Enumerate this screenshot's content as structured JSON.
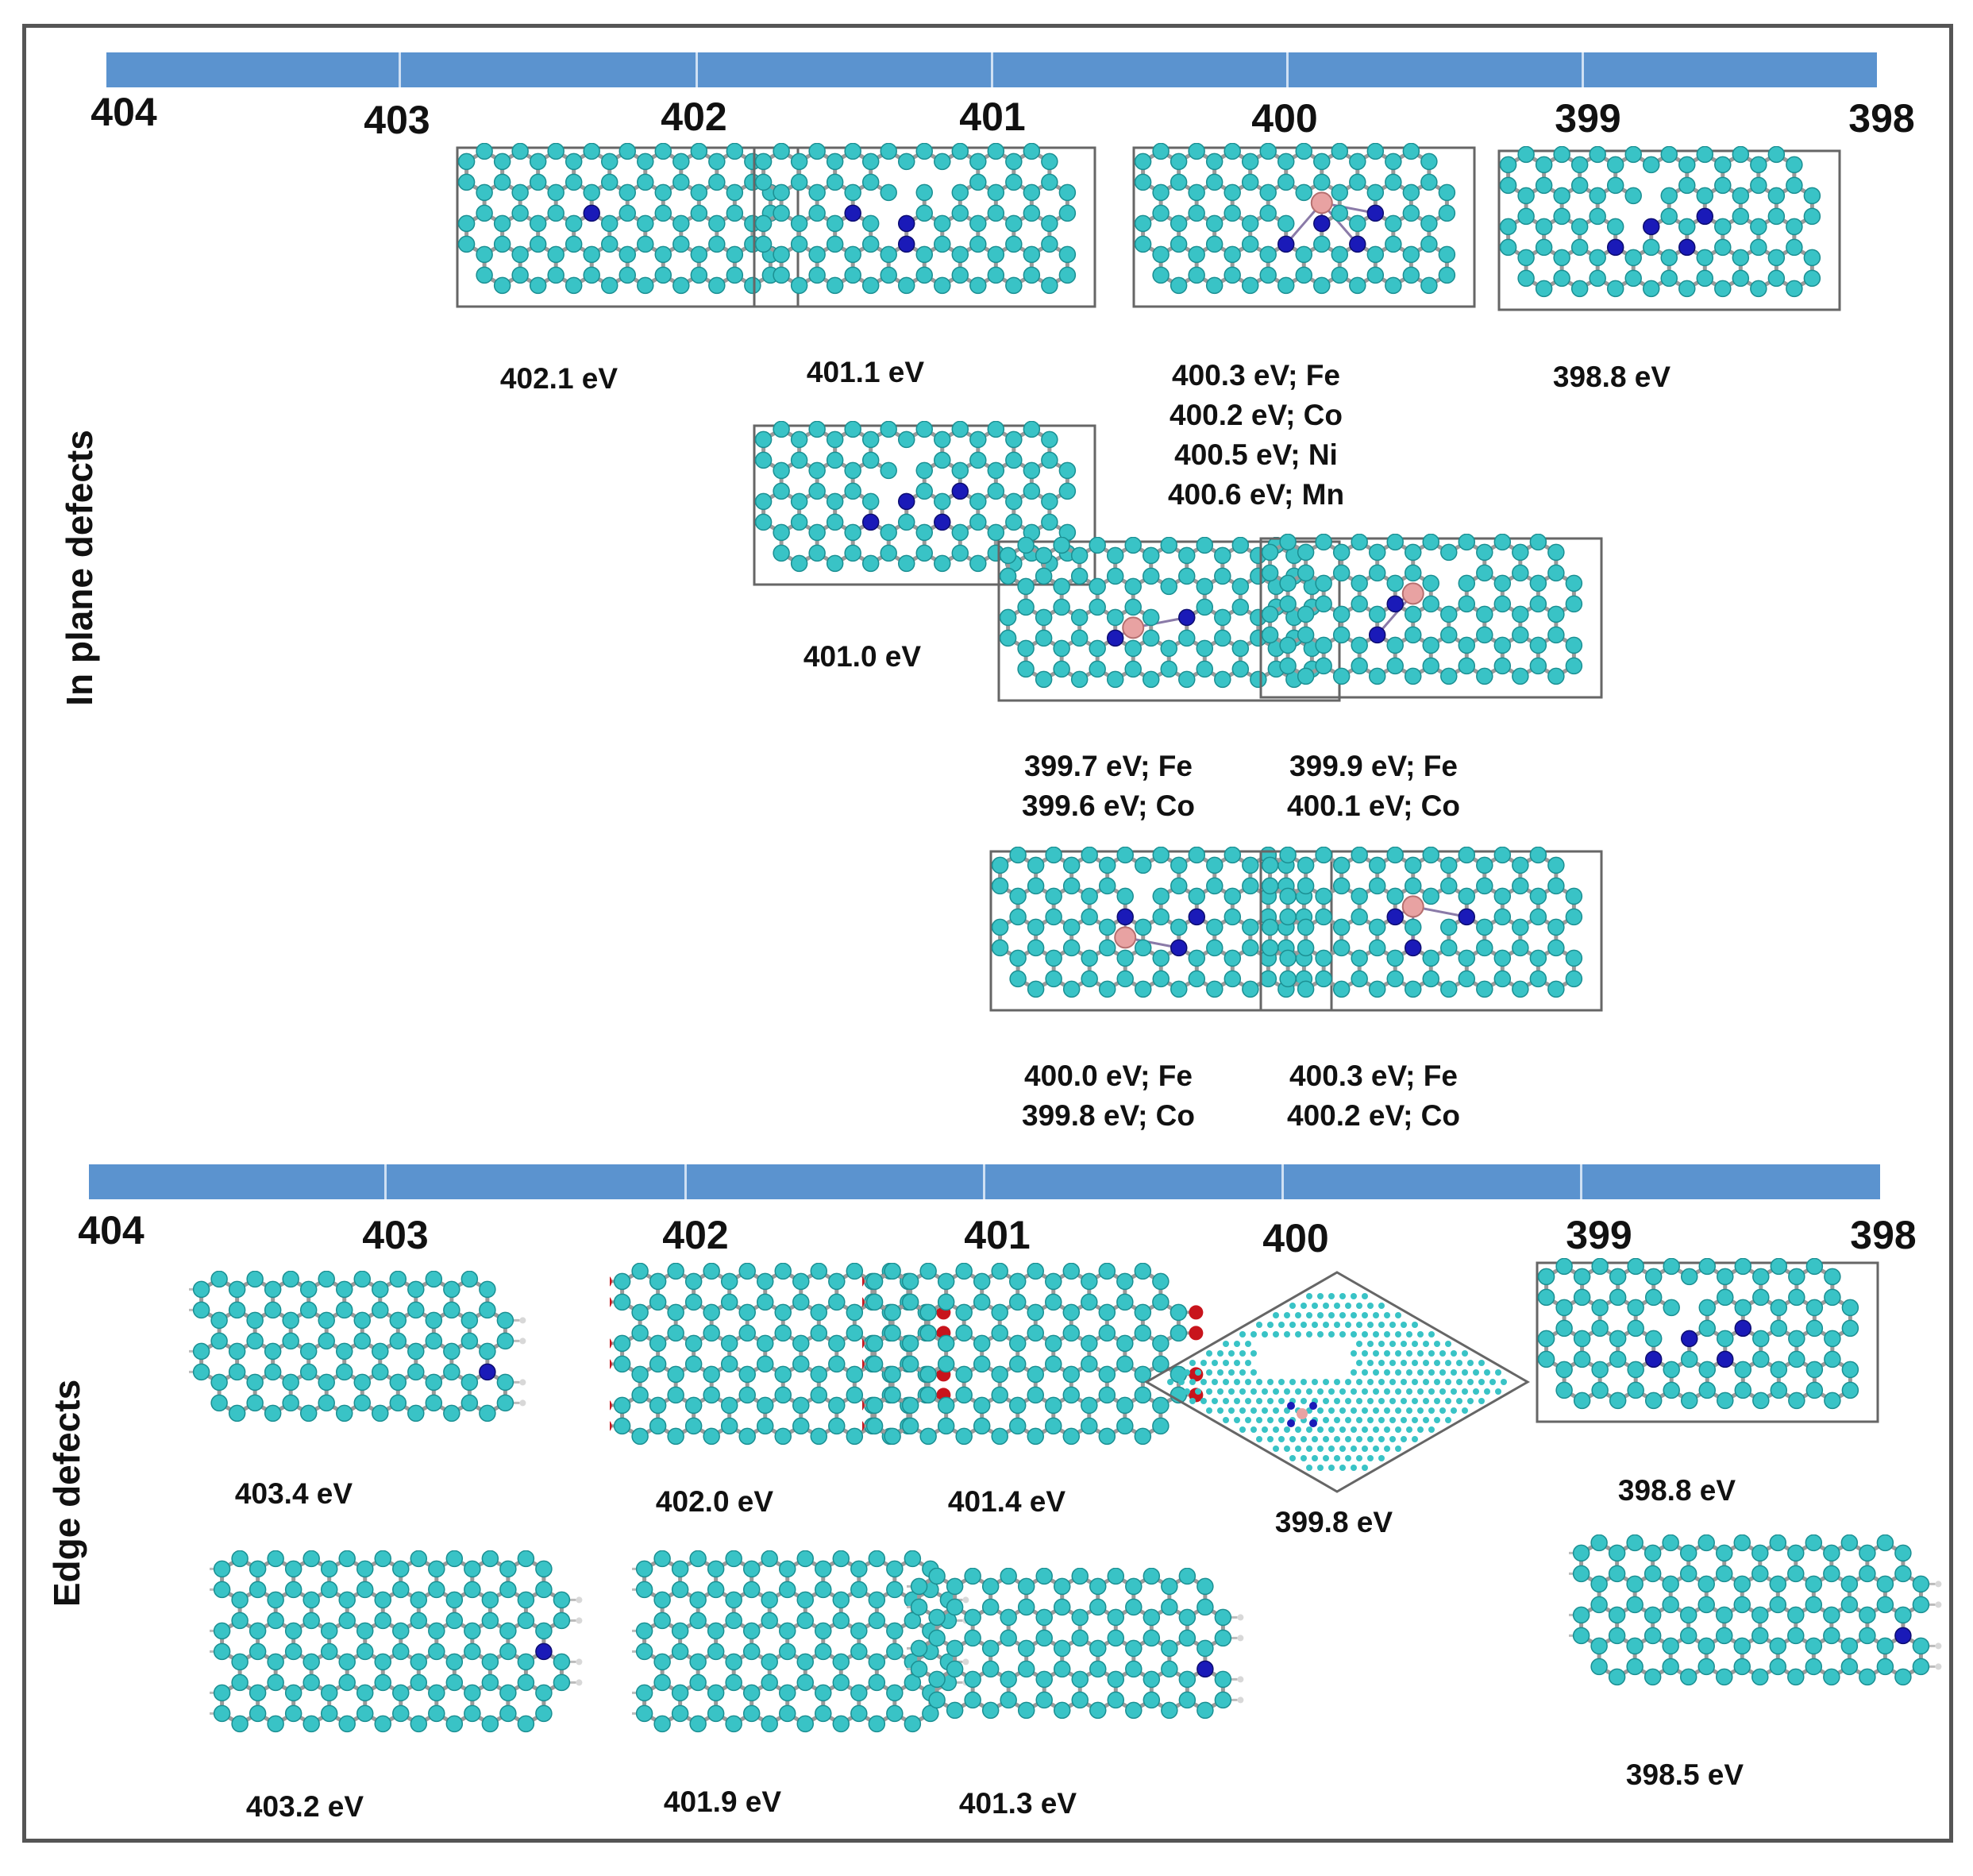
{
  "scale": {
    "ticks": [
      "404",
      "403",
      "402",
      "401",
      "400",
      "399",
      "398"
    ]
  },
  "sections": {
    "in_plane": {
      "label": "In plane defects",
      "structures": [
        {
          "captions": [
            "402.1 eV"
          ]
        },
        {
          "captions": [
            "401.1 eV"
          ]
        },
        {
          "captions": [
            "400.3 eV; Fe",
            "400.2 eV; Co",
            "400.5 eV; Ni",
            "400.6 eV; Mn"
          ]
        },
        {
          "captions": [
            "398.8 eV"
          ]
        },
        {
          "captions": [
            "401.0 eV"
          ]
        },
        {
          "captions": [
            "399.7 eV; Fe",
            "399.6 eV; Co"
          ]
        },
        {
          "captions": [
            "399.9 eV; Fe",
            "400.1 eV; Co"
          ]
        },
        {
          "captions": [
            "400.0 eV; Fe",
            "399.8 eV; Co"
          ]
        },
        {
          "captions": [
            "400.3 eV; Fe",
            "400.2 eV; Co"
          ]
        }
      ]
    },
    "edge": {
      "label": "Edge defects",
      "structures": [
        {
          "captions": [
            "403.4 eV"
          ]
        },
        {
          "captions": [
            "402.0 eV"
          ]
        },
        {
          "captions": [
            "401.4 eV"
          ]
        },
        {
          "captions": [
            "399.8 eV"
          ]
        },
        {
          "captions": [
            "398.8 eV"
          ]
        },
        {
          "captions": [
            "403.2 eV"
          ]
        },
        {
          "captions": [
            "401.9 eV"
          ]
        },
        {
          "captions": [
            "401.3 eV"
          ]
        },
        {
          "captions": [
            "398.5 eV"
          ]
        }
      ]
    }
  },
  "colors": {
    "axis_bar": "#5b93cf",
    "carbon": "#39c3c6",
    "nitrogen": "#1a1ab8",
    "metal": "#e8a2a2",
    "oxygen": "#c8141c",
    "hydrogen": "#d8d8d8",
    "bond": "#9a9a9a"
  }
}
